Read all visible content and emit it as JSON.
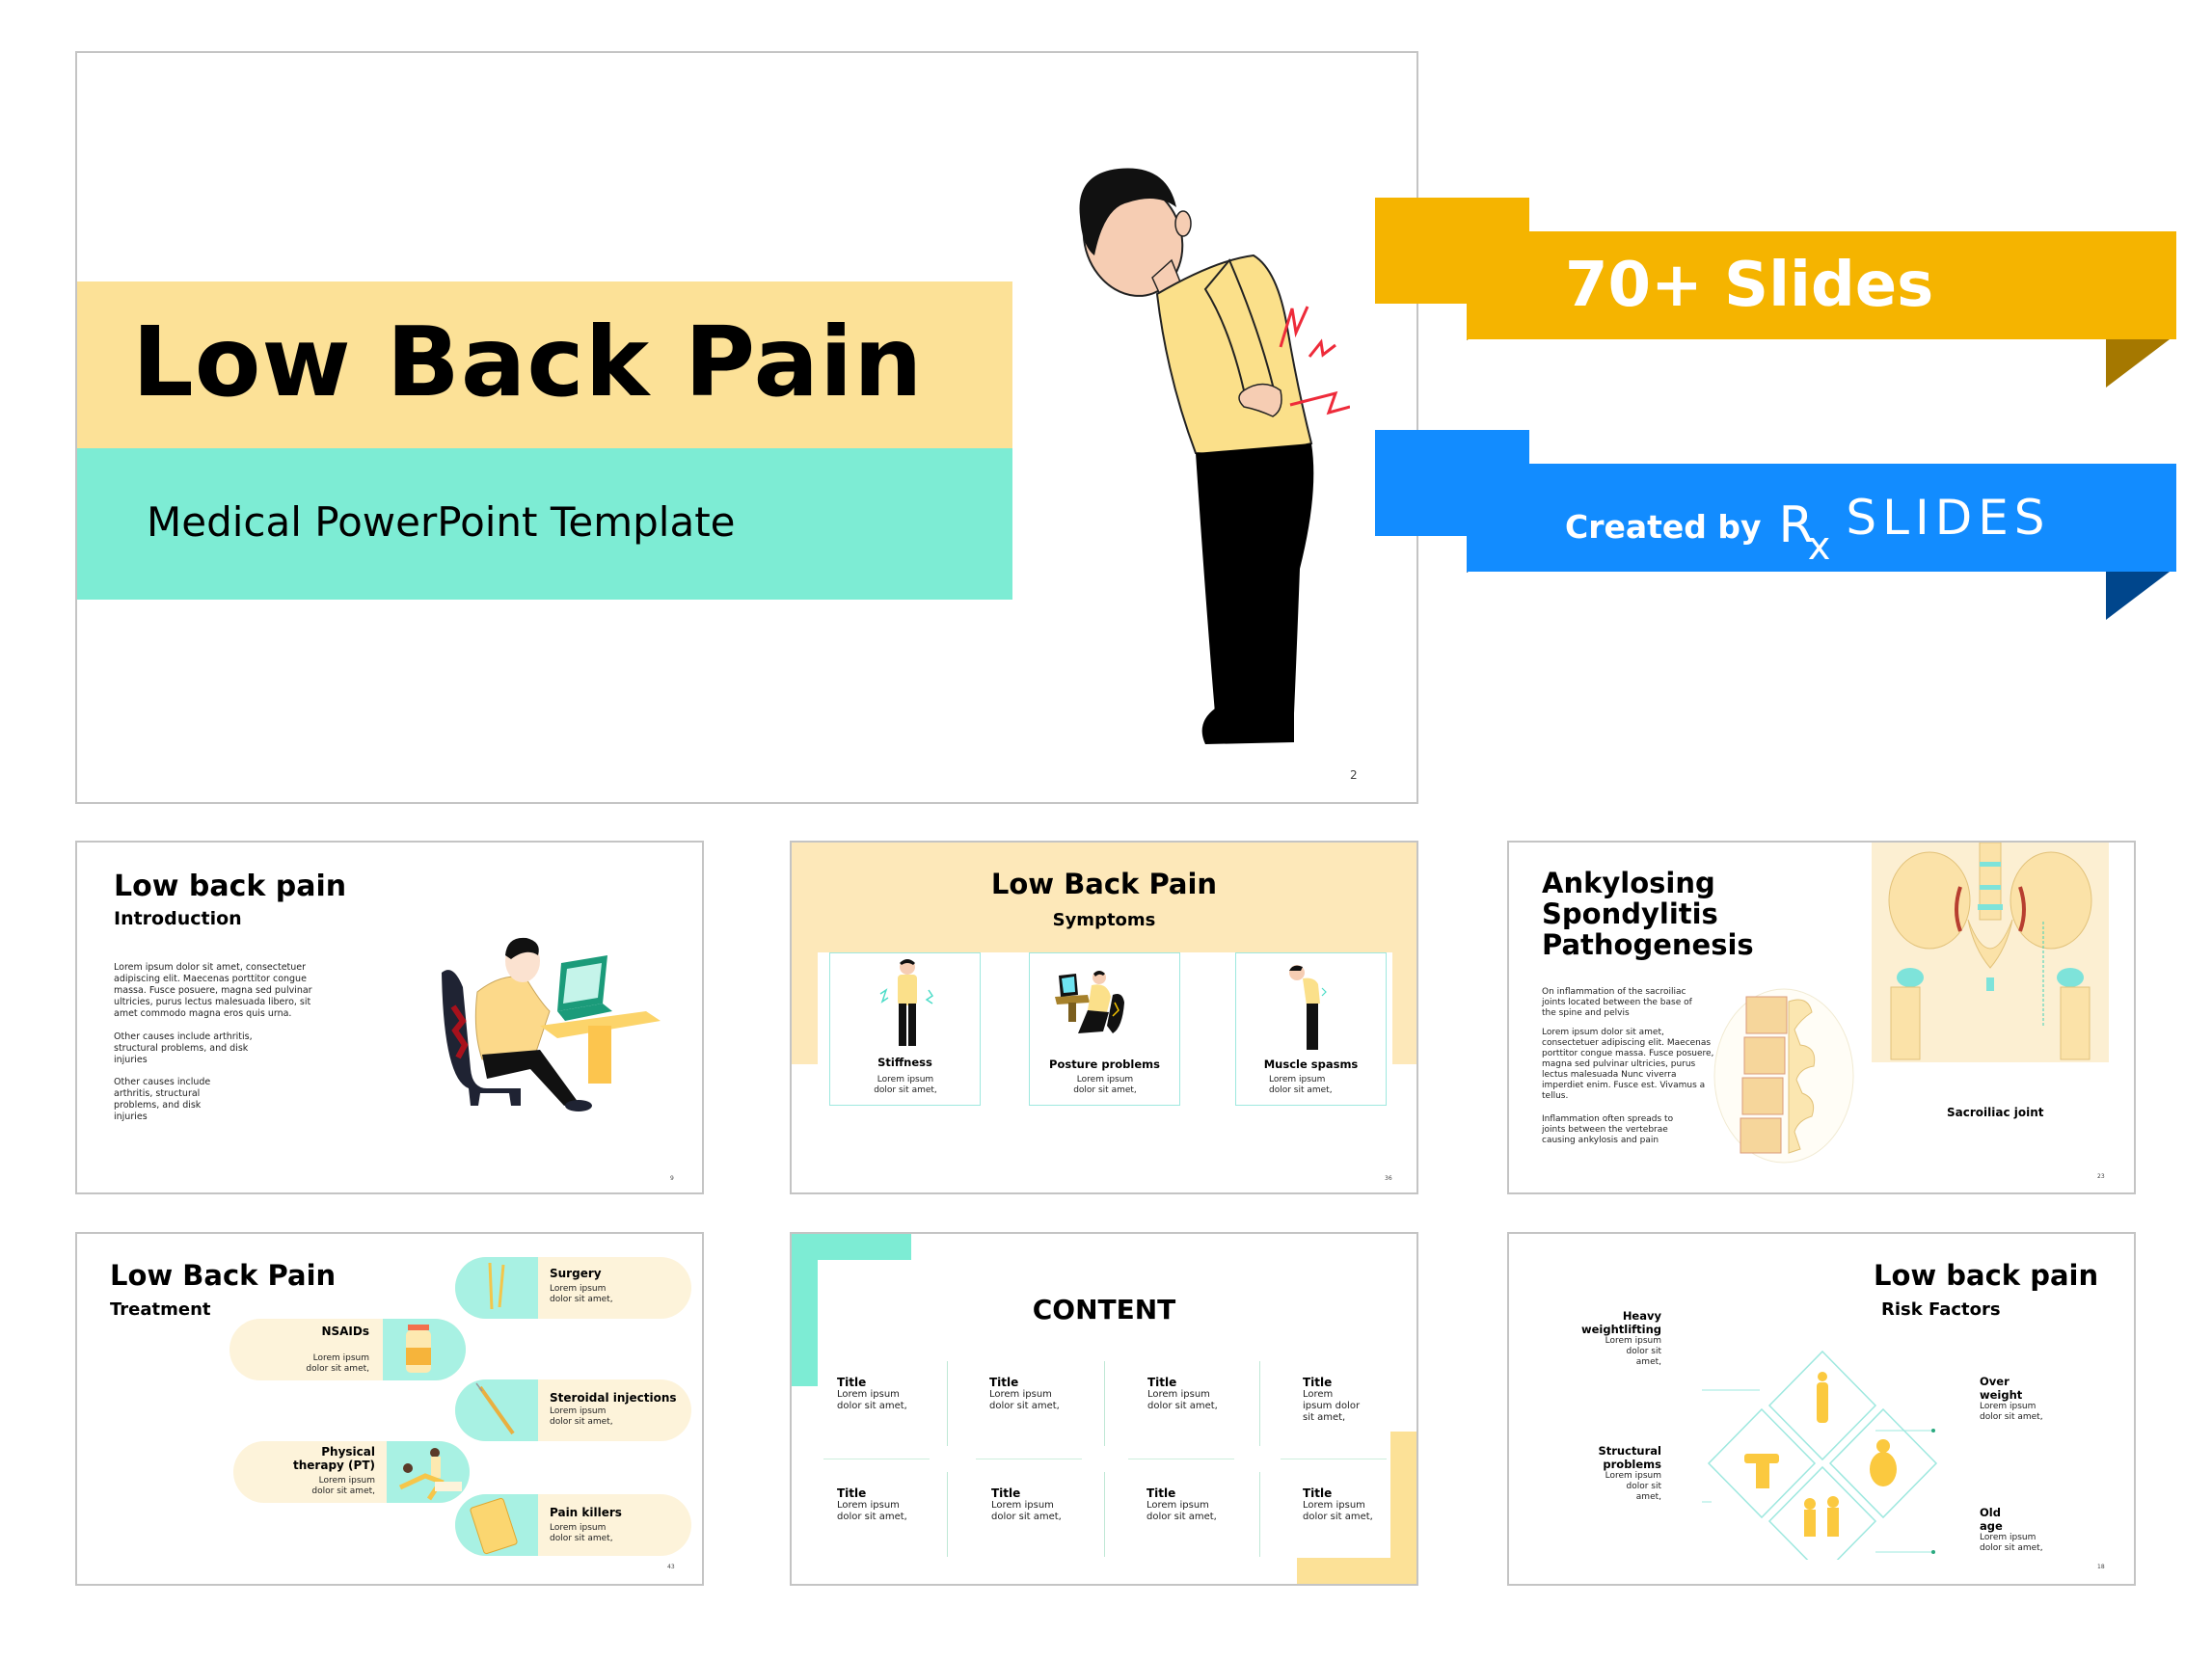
{
  "main_slide": {
    "title": "Low Back Pain",
    "subtitle": "Medical PowerPoint Template",
    "page_number": "2",
    "colors": {
      "title_band": "#fce197",
      "subtitle_band": "#7decd4"
    }
  },
  "ribbons": {
    "slides_count": {
      "label": "70+ Slides",
      "color": "#f5b400",
      "shadow": "#a57800"
    },
    "created_by": {
      "prefix": "Created by",
      "brand_rx": "Rx",
      "brand_name": "SLIDES",
      "color": "#128cff",
      "shadow": "#00468c"
    }
  },
  "slides": {
    "introduction": {
      "title": "Low back pain",
      "subtitle": "Introduction",
      "paragraphs": [
        "Lorem ipsum dolor sit amet, consectetuer adipiscing elit. Maecenas porttitor congue massa. Fusce posuere, magna sed pulvinar ultricies, purus lectus malesuada libero, sit amet commodo magna eros quis urna.",
        "Other causes include arthritis, structural problems, and disk injuries",
        "Other causes include arthritis, structural problems, and disk injuries"
      ],
      "page_number": "9"
    },
    "symptoms": {
      "title": "Low Back Pain",
      "subtitle": "Symptoms",
      "cards": [
        {
          "label": "Stiffness",
          "text": "Lorem ipsum dolor sit amet,"
        },
        {
          "label": "Posture problems",
          "text": "Lorem ipsum dolor sit amet,"
        },
        {
          "label": "Muscle spasms",
          "text": "Lorem ipsum dolor sit amet,"
        }
      ],
      "page_number": "36"
    },
    "spondylitis": {
      "title_lines": [
        "Ankylosing",
        "Spondylitis",
        "Pathogenesis"
      ],
      "paragraphs": [
        "On inflammation of the sacroiliac joints located between the base of the spine and pelvis",
        "Lorem ipsum dolor sit amet, consectetuer adipiscing elit. Maecenas porttitor congue massa. Fusce posuere, magna sed pulvinar ultricies, purus lectus malesuada Nunc viverra imperdiet enim. Fusce est. Vivamus a tellus.",
        "Inflammation often spreads to joints between the vertebrae causing ankylosis and pain"
      ],
      "callout": "Sacroiliac joint",
      "page_number": "23"
    },
    "treatment": {
      "title": "Low Back Pain",
      "subtitle": "Treatment",
      "items": [
        {
          "label": "Surgery",
          "text": "Lorem ipsum dolor sit amet,"
        },
        {
          "label": "NSAIDs",
          "text": "Lorem ipsum dolor sit amet,"
        },
        {
          "label": "Steroidal injections",
          "text": "Lorem ipsum dolor sit amet,"
        },
        {
          "label": "Physical therapy (PT)",
          "text": "Lorem ipsum dolor sit amet,"
        },
        {
          "label": "Pain killers",
          "text": "Lorem ipsum dolor sit amet,"
        }
      ],
      "page_number": "43"
    },
    "content": {
      "title": "CONTENT",
      "cells": [
        {
          "title": "Title",
          "text": "Lorem ipsum dolor sit amet,"
        },
        {
          "title": "Title",
          "text": "Lorem ipsum dolor sit amet,"
        },
        {
          "title": "Title",
          "text": "Lorem ipsum dolor sit amet,"
        },
        {
          "title": "Title",
          "text": "Lorem ipsum dolor sit amet,"
        },
        {
          "title": "Title",
          "text": "Lorem ipsum dolor sit amet,"
        },
        {
          "title": "Title",
          "text": "Lorem ipsum dolor sit amet,"
        },
        {
          "title": "Title",
          "text": "Lorem ipsum dolor sit amet,"
        },
        {
          "title": "Title",
          "text": "Lorem ipsum dolor sit amet,"
        }
      ]
    },
    "risk_factors": {
      "title": "Low back pain",
      "subtitle": "Risk Factors",
      "factors": [
        {
          "label": "Heavy weightlifting",
          "text": "Lorem ipsum dolor sit amet,"
        },
        {
          "label": "Over weight",
          "text": "Lorem ipsum dolor sit amet,"
        },
        {
          "label": "Structural problems",
          "text": "Lorem ipsum dolor sit amet,"
        },
        {
          "label": "Old age",
          "text": "Lorem ipsum dolor sit amet,"
        }
      ],
      "page_number": "18"
    }
  }
}
